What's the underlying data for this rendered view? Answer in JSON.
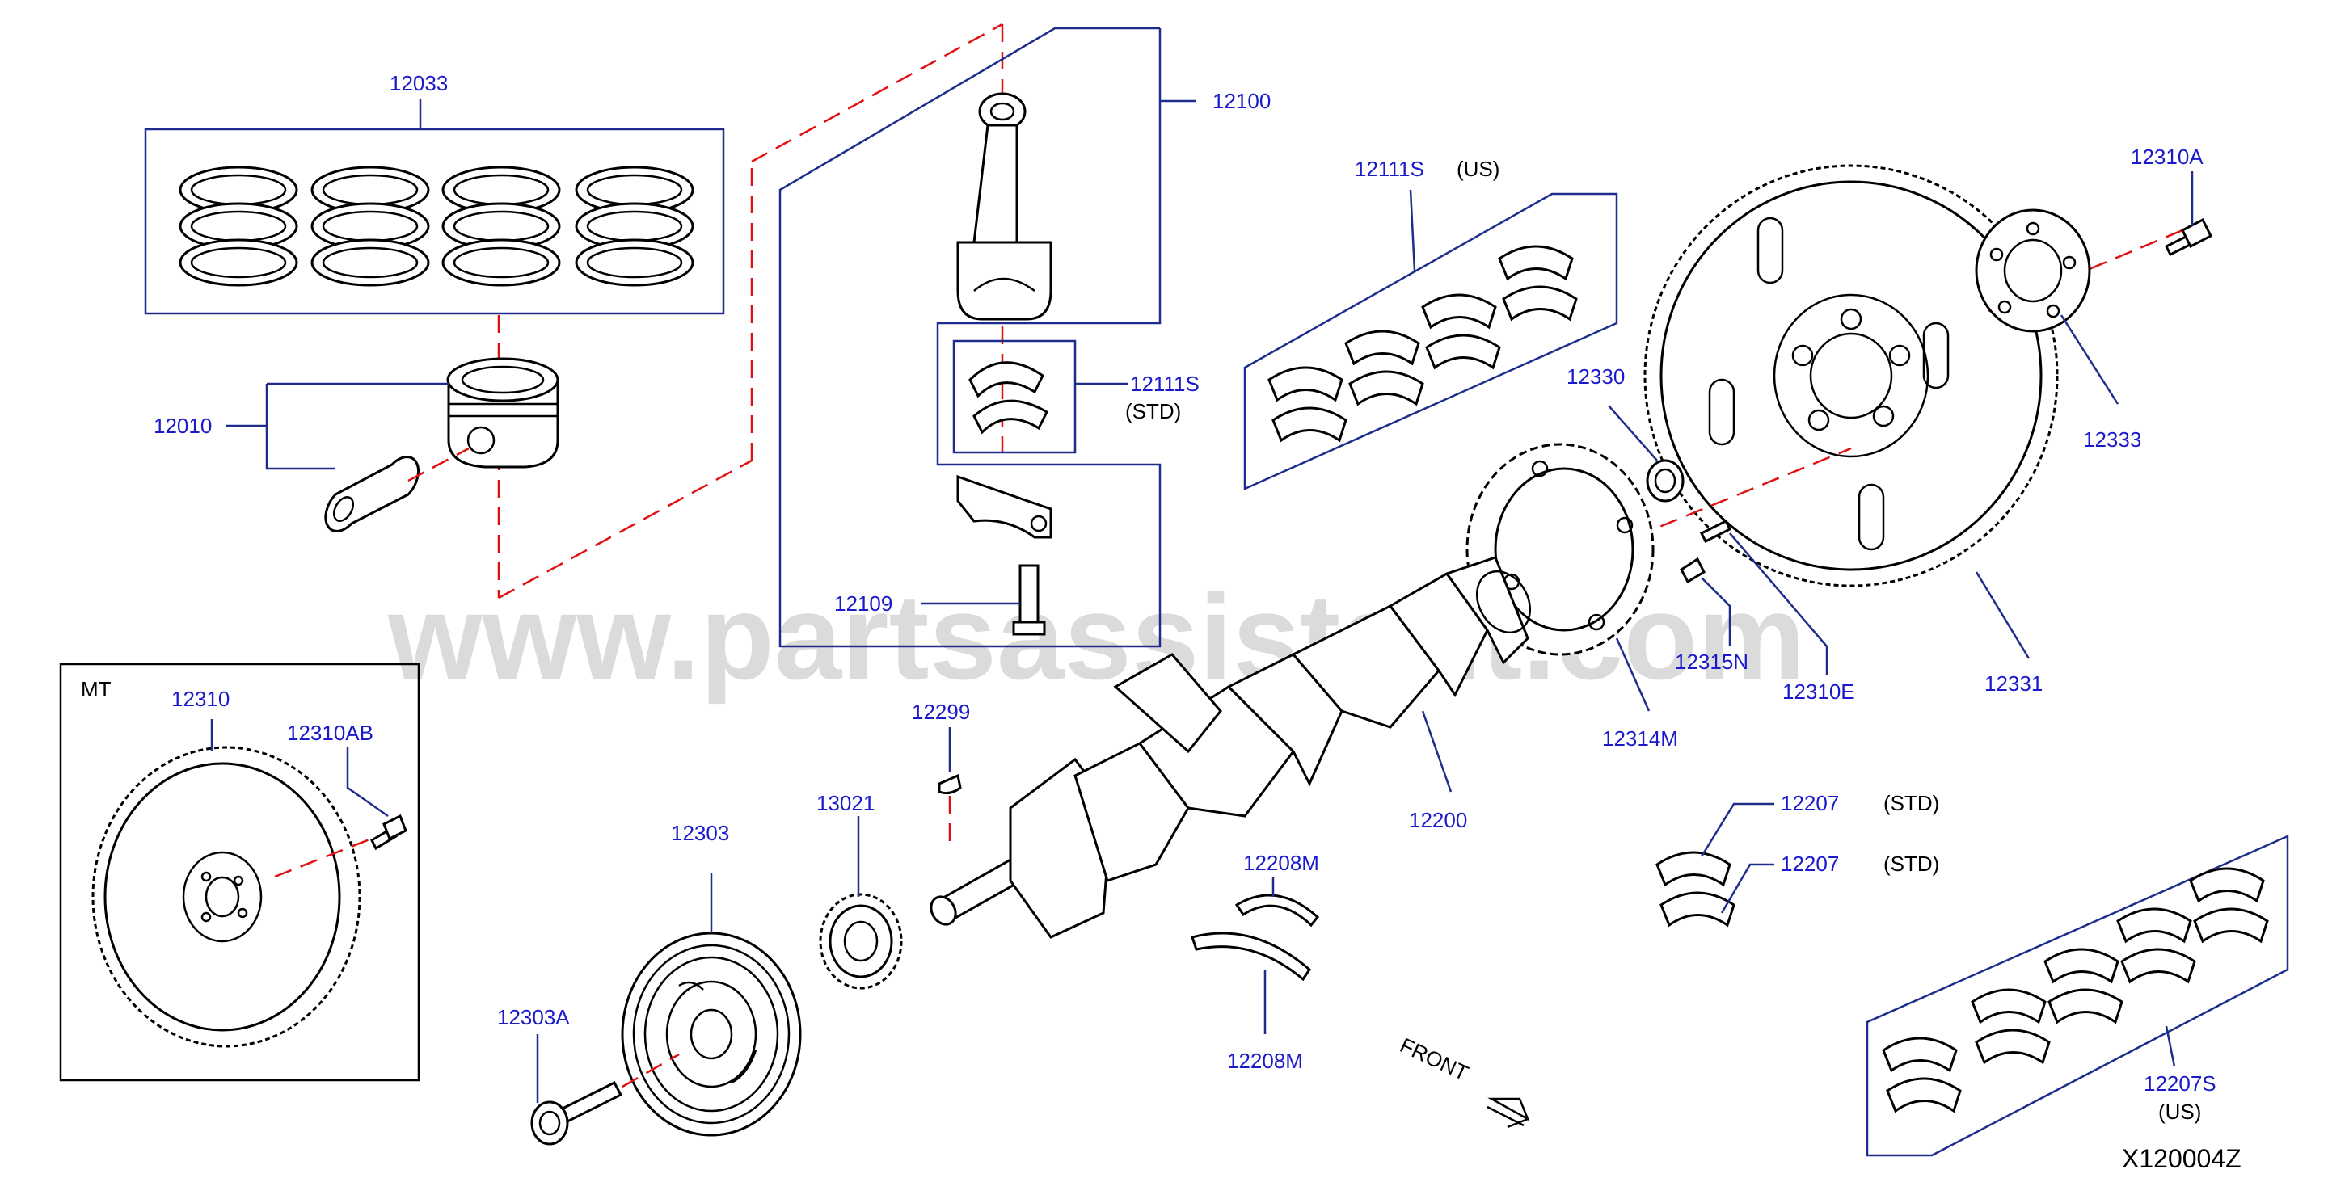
{
  "diagram": {
    "watermark": "www.partsassistant.com",
    "reference": "X120004Z",
    "front_label": "FRONT",
    "mt_label": "MT",
    "parts": {
      "p12033": "12033",
      "p12010": "12010",
      "p12100": "12100",
      "p12111S_us": "12111S",
      "p12111S_std": "12111S",
      "p12109": "12109",
      "p12310A": "12310A",
      "p12333": "12333",
      "p12330": "12330",
      "p12331": "12331",
      "p12315N": "12315N",
      "p12310E": "12310E",
      "p12314M": "12314M",
      "p12310": "12310",
      "p12310AB": "12310AB",
      "p12299": "12299",
      "p12303": "12303",
      "p13021": "13021",
      "p12303A": "12303A",
      "p12200": "12200",
      "p12208M_top": "12208M",
      "p12208M_bottom": "12208M",
      "p12207_a": "12207",
      "p12207_b": "12207",
      "p12207S": "12207S"
    },
    "notes": {
      "us_12111S": "(US)",
      "std_12111S": "(STD)",
      "std_12207_a": "(STD)",
      "std_12207_b": "(STD)",
      "us_12207S": "(US)"
    }
  }
}
